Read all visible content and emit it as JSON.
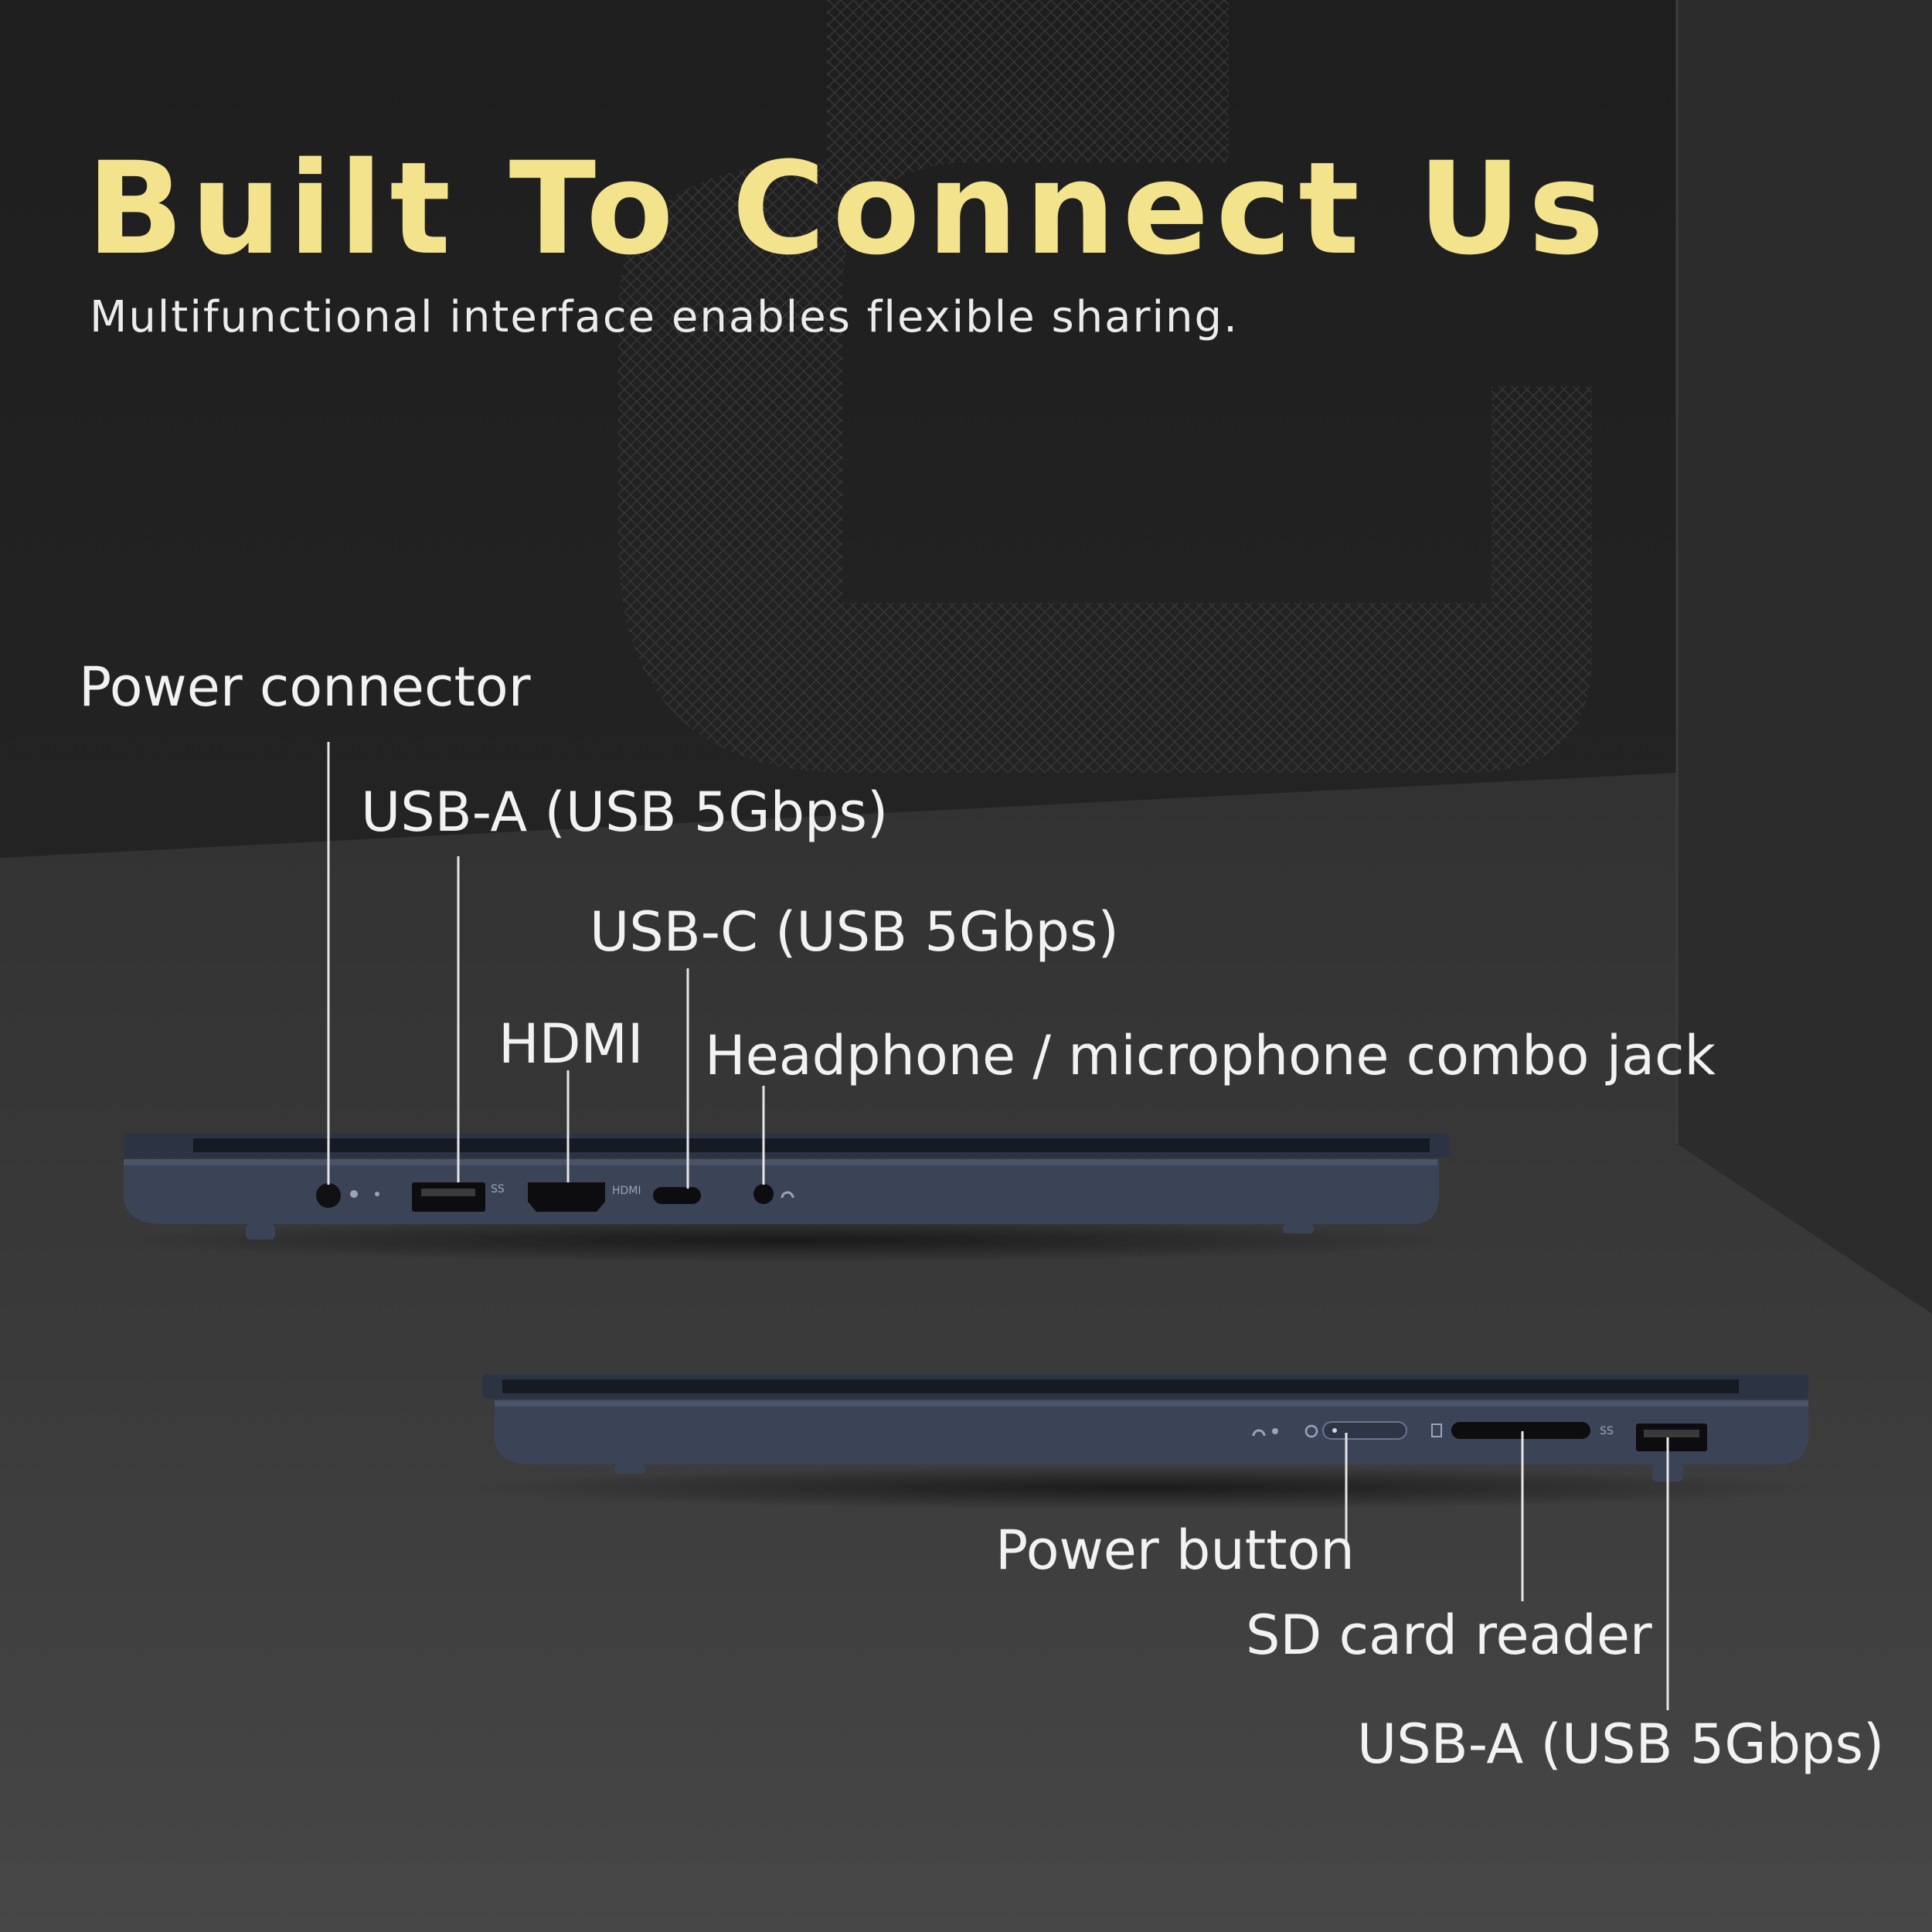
{
  "heading": {
    "title": "Built To Connect Us",
    "subtitle": "Multifunctional interface enables flexible sharing."
  },
  "colors": {
    "title": "#f3e38d",
    "text": "#f2f2f2",
    "laptop_body": "#3b4356",
    "background": "#262626"
  },
  "left_side_ports": [
    {
      "label": "Power connector"
    },
    {
      "label": "USB-A (USB 5Gbps)"
    },
    {
      "label": "USB-C (USB 5Gbps)"
    },
    {
      "label": "HDMI"
    },
    {
      "label": "Headphone / microphone combo jack"
    }
  ],
  "right_side_ports": [
    {
      "label": "Power button"
    },
    {
      "label": "SD card reader"
    },
    {
      "label": "USB-A (USB 5Gbps)"
    }
  ],
  "port_markings": {
    "hdmi": "HDMI",
    "usb": "SS"
  }
}
